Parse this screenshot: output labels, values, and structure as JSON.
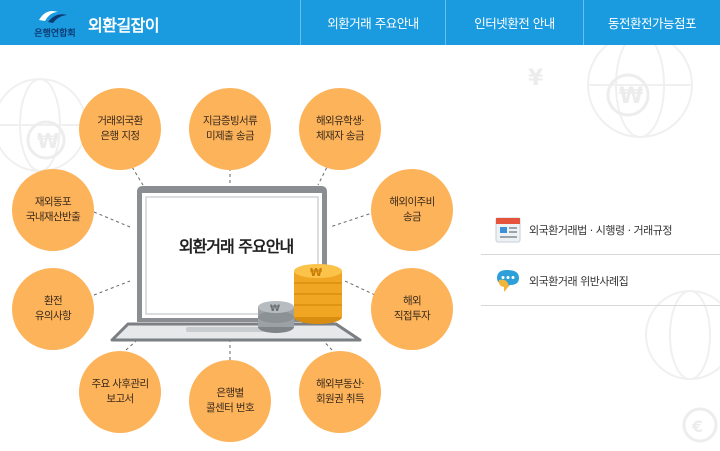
{
  "header": {
    "logo_text": "은행연합회",
    "site_title": "외환길잡이",
    "nav": [
      {
        "label": "외환거래 주요안내"
      },
      {
        "label": "인터넷환전 안내"
      },
      {
        "label": "동전환전가능점포"
      }
    ],
    "brand_color": "#1a9be0"
  },
  "diagram": {
    "center_label": "외환거래 주요안내",
    "circle_color": "#fdb35a",
    "circles": [
      {
        "label": "거래외국환\n은행 지정"
      },
      {
        "label": "지급증빙서류\n미제출 송금"
      },
      {
        "label": "해외유학생·\n체재자 송금"
      },
      {
        "label": "재외동포\n국내재산반출"
      },
      {
        "label": "해외이주비\n송금"
      },
      {
        "label": "환전\n유의사항"
      },
      {
        "label": "해외\n직접투자"
      },
      {
        "label": "주요 사후관리\n보고서"
      },
      {
        "label": "은행별\n콜센터 번호"
      },
      {
        "label": "해외부동산·\n회원권 취득"
      }
    ]
  },
  "panel": {
    "items": [
      {
        "label": "외국환거래법 · 시행령 · 거래규정",
        "icon": "document-icon"
      },
      {
        "label": "외국환거래 위반사례집",
        "icon": "speech-bubble-icon"
      }
    ]
  }
}
